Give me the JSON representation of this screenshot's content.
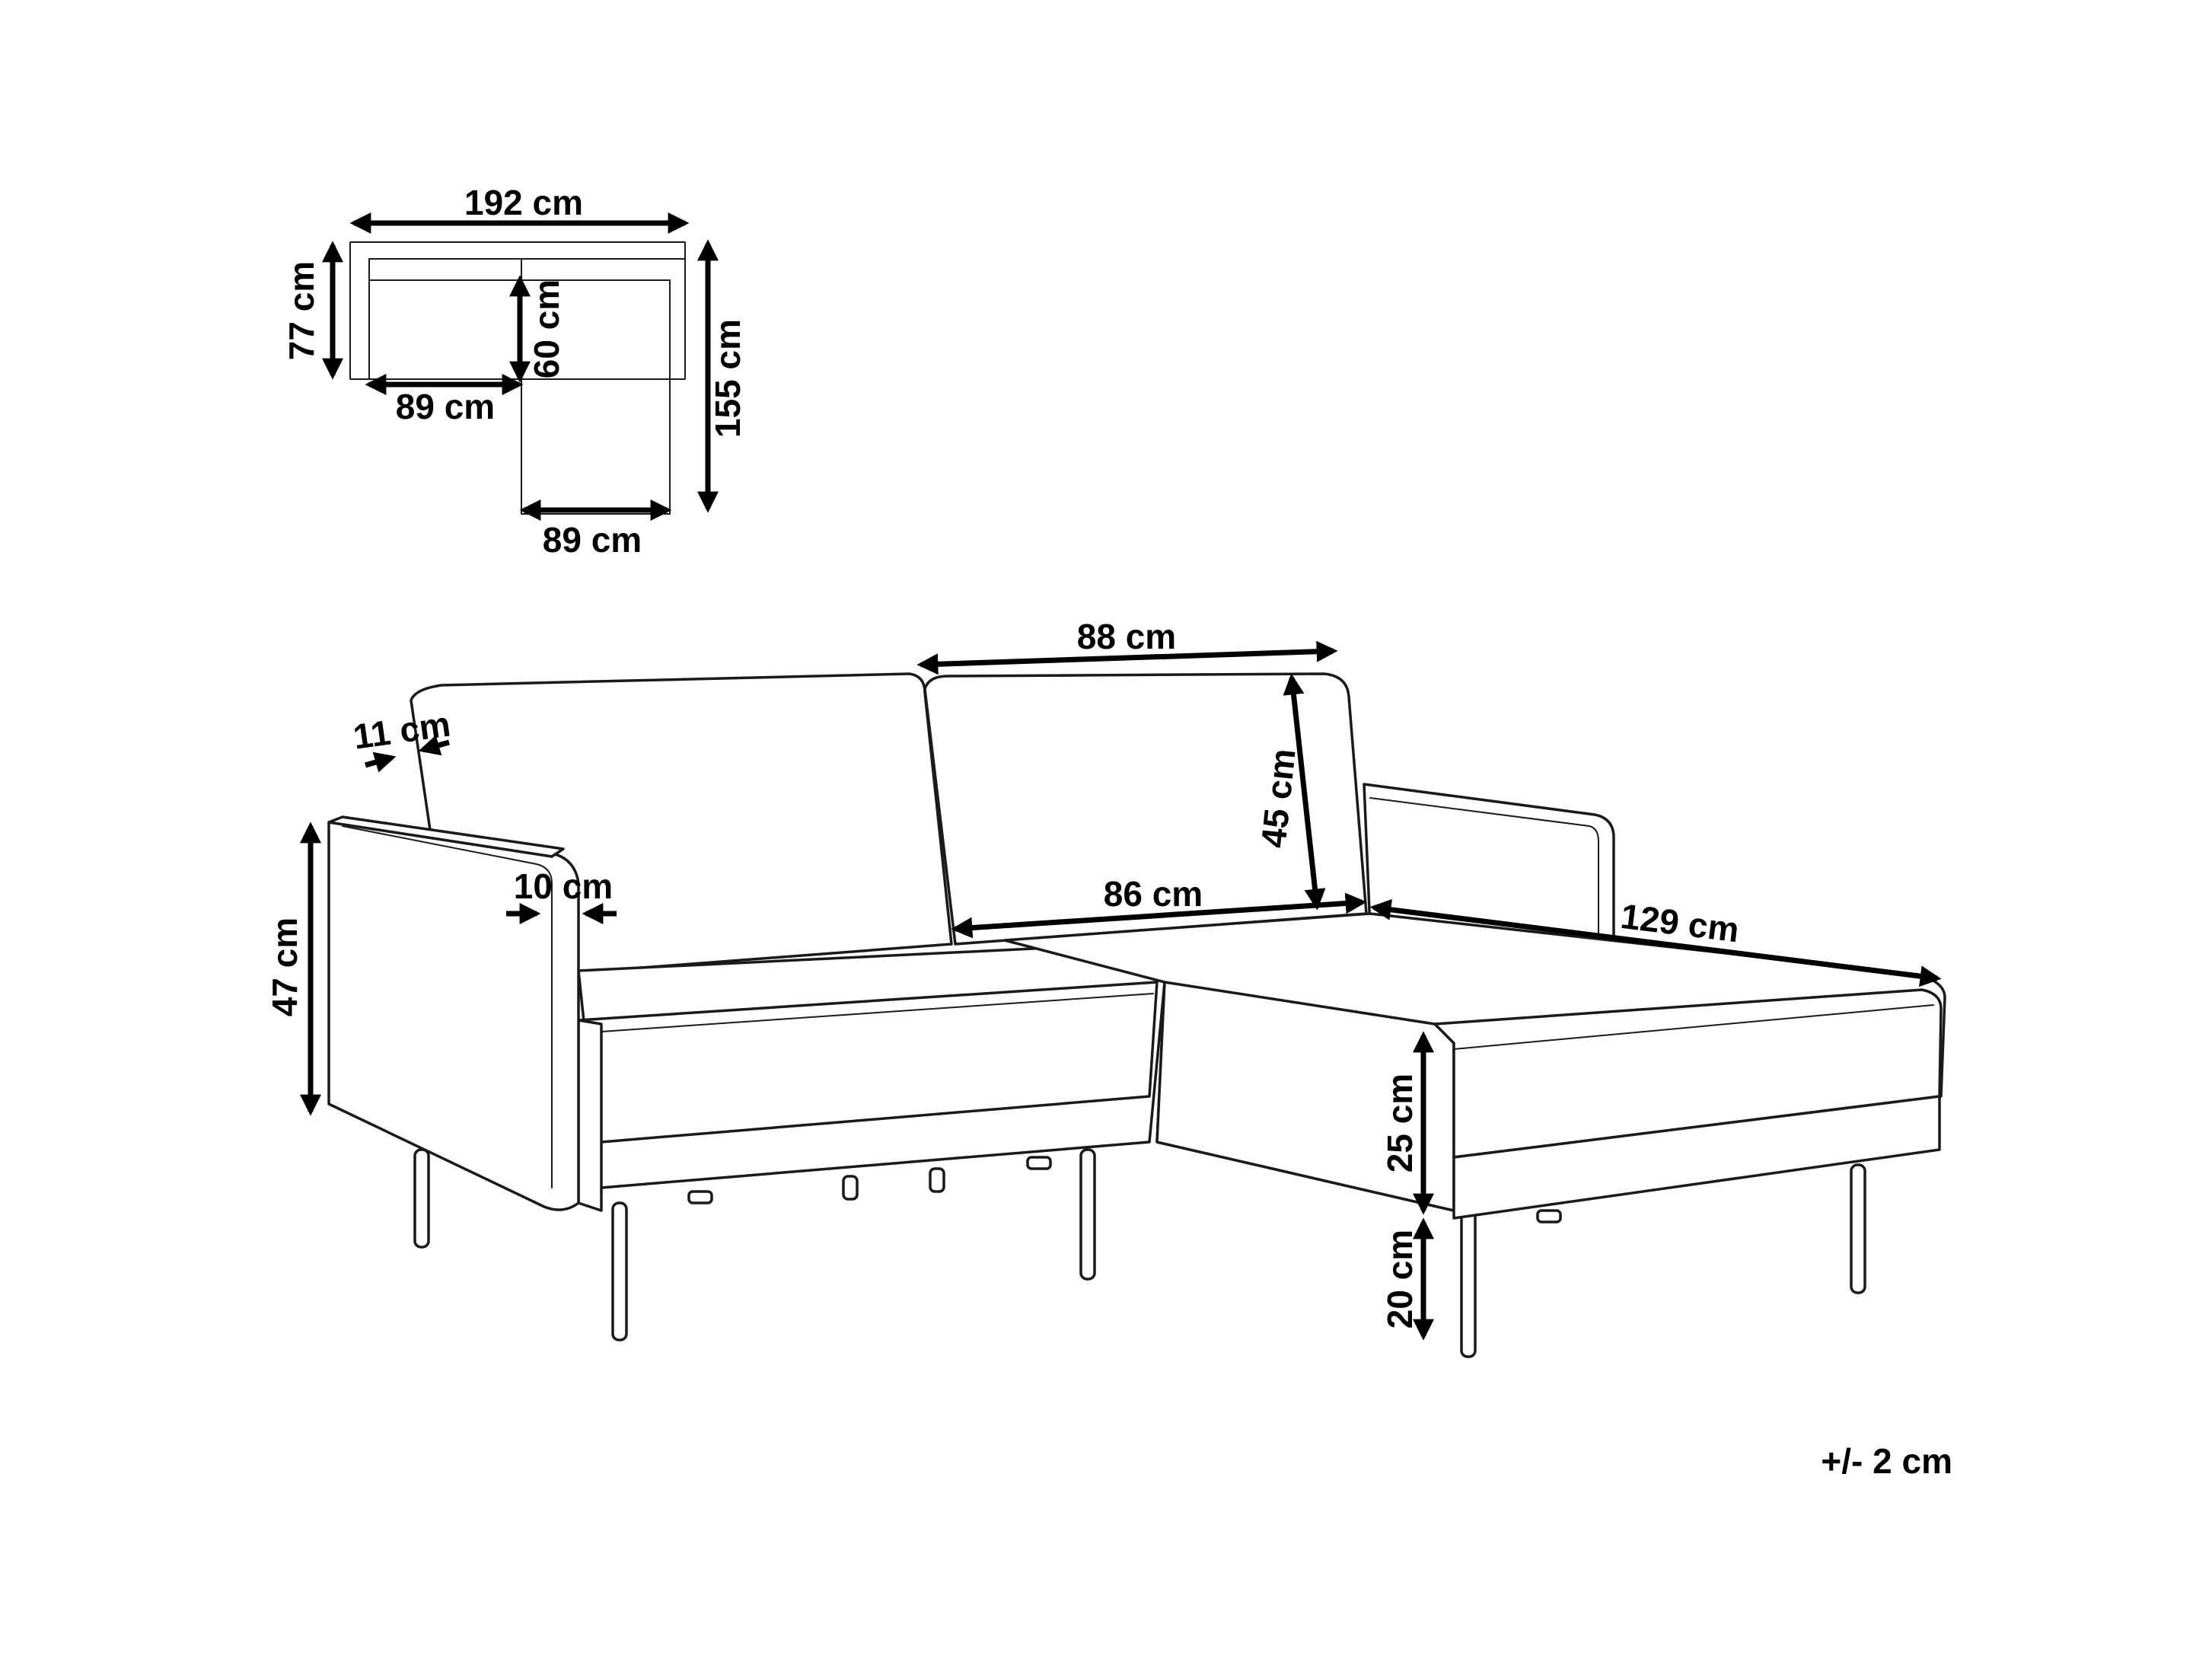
{
  "top_view": {
    "width_total": "192 cm",
    "depth_seat": "77 cm",
    "depth_inner": "60 cm",
    "chaise_depth_total": "155 cm",
    "seat_width": "89 cm",
    "chaise_width": "89 cm"
  },
  "front_view": {
    "backrest_width": "88 cm",
    "backrest_height": "45 cm",
    "back_thickness": "11 cm",
    "armrest_width": "10 cm",
    "arm_height": "47 cm",
    "seat_depth": "86 cm",
    "chaise_length": "129 cm",
    "seat_height": "25 cm",
    "leg_height": "20 cm"
  },
  "tolerance": "+/- 2 cm"
}
